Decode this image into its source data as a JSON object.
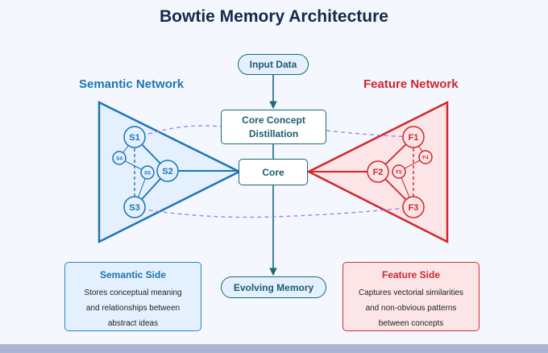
{
  "title": "Bowtie Memory Architecture",
  "semantic_network": {
    "label": "Semantic Network",
    "color": "#1a74b3",
    "fill": "#e4f0fd",
    "nodes": [
      {
        "id": "S1",
        "label": "S1",
        "size": "large"
      },
      {
        "id": "S2",
        "label": "S2",
        "size": "large"
      },
      {
        "id": "S3",
        "label": "S3",
        "size": "large"
      },
      {
        "id": "S4",
        "label": "S4",
        "size": "small"
      },
      {
        "id": "S5",
        "label": "S5",
        "size": "small"
      }
    ]
  },
  "feature_network": {
    "label": "Feature Network",
    "color": "#d0262c",
    "fill": "#fbe5e7",
    "nodes": [
      {
        "id": "F1",
        "label": "F1",
        "size": "large"
      },
      {
        "id": "F2",
        "label": "F2",
        "size": "large"
      },
      {
        "id": "F3",
        "label": "F3",
        "size": "large"
      },
      {
        "id": "F4",
        "label": "F4",
        "size": "small"
      },
      {
        "id": "F5",
        "label": "F5",
        "size": "small"
      }
    ]
  },
  "flow": {
    "input": "Input Data",
    "concept_line1": "Core Concept",
    "concept_line2": "Distillation",
    "core": "Core",
    "output": "Evolving Memory",
    "color": "#1d6677"
  },
  "cross_links_color": "#a77be0",
  "info_boxes": {
    "semantic": {
      "title": "Semantic Side",
      "lines": [
        "Stores conceptual meaning",
        "and relationships between",
        "abstract ideas"
      ]
    },
    "feature": {
      "title": "Feature Side",
      "lines": [
        "Captures vectorial similarities",
        "and non-obvious patterns",
        "between concepts"
      ]
    }
  }
}
